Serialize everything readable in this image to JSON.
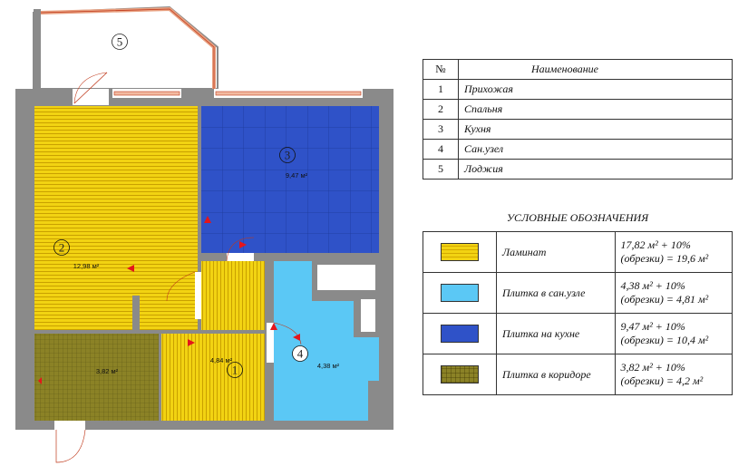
{
  "plan": {
    "rooms": [
      {
        "id": "hallway",
        "num": "1",
        "area": "4,84 м²"
      },
      {
        "id": "bedroom",
        "num": "2",
        "area": "12,98 м²"
      },
      {
        "id": "kitchen",
        "num": "3",
        "area": "9,47 м²"
      },
      {
        "id": "bathroom",
        "num": "4",
        "area": "4,38 м²"
      },
      {
        "id": "loggia",
        "num": "5"
      },
      {
        "id": "corridor",
        "area": "3,82 м²"
      }
    ],
    "colors": {
      "wall": "#8a8a8a",
      "laminate": "#f2d312",
      "bath_tile": "#5bc8f5",
      "kitchen_tile": "#2f52c8",
      "corridor_tile": "#8b8226",
      "marker": "#e4151b"
    }
  },
  "rooms_table": {
    "headers": {
      "num": "№",
      "name": "Наименование"
    },
    "rows": [
      {
        "num": "1",
        "name": "Прихожая"
      },
      {
        "num": "2",
        "name": "Спальня"
      },
      {
        "num": "3",
        "name": "Кухня"
      },
      {
        "num": "4",
        "name": "Сан.узел"
      },
      {
        "num": "5",
        "name": "Лоджия"
      }
    ]
  },
  "legend": {
    "title": "УСЛОВНЫЕ ОБОЗНАЧЕНИЯ",
    "items": [
      {
        "name": "Ламинат",
        "line1": "17,82 м² + 10%",
        "line2": "(обрезки) = 19,6 м²"
      },
      {
        "name": "Плитка в сан.узле",
        "line1": "4,38 м² + 10%",
        "line2": "(обрезки) = 4,81 м²"
      },
      {
        "name": "Плитка на кухне",
        "line1": "9,47 м² + 10%",
        "line2": "(обрезки) = 10,4 м²"
      },
      {
        "name": "Плитка в коридоре",
        "line1": "3,82 м² + 10%",
        "line2": "(обрезки) = 4,2 м²"
      }
    ]
  }
}
